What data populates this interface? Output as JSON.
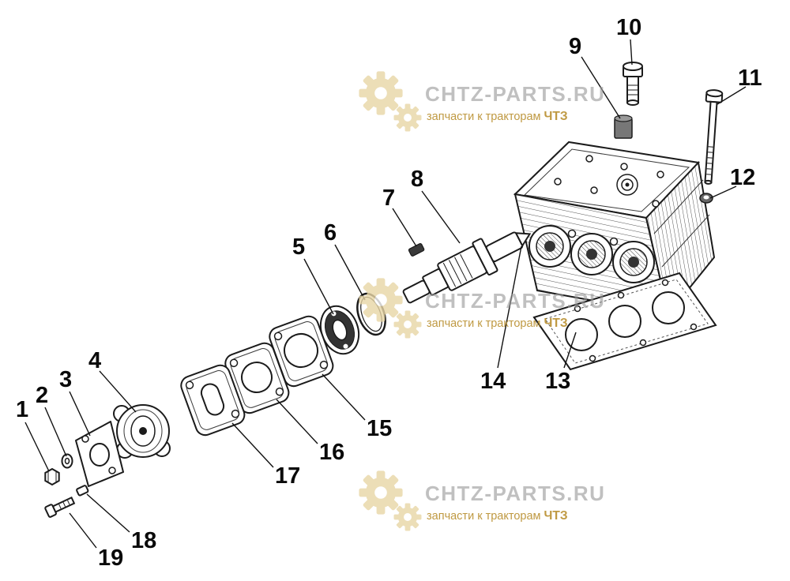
{
  "page": {
    "background": "#ffffff",
    "description": "Exploded parts diagram of tractor compressor cylinder head assembly"
  },
  "watermark": {
    "brand": "CHTZ-PARTS.RU",
    "tagline_prefix": "запчасти к тракторам ",
    "tagline_bold": "ЧТЗ",
    "brand_color": "#9a9a9a",
    "tagline_color": "#b98f2e",
    "gear_color": "#e8d6a6"
  },
  "diagram": {
    "callouts": [
      "1",
      "2",
      "3",
      "4",
      "5",
      "6",
      "7",
      "8",
      "9",
      "10",
      "11",
      "12",
      "13",
      "14",
      "15",
      "16",
      "17",
      "18",
      "19"
    ]
  }
}
